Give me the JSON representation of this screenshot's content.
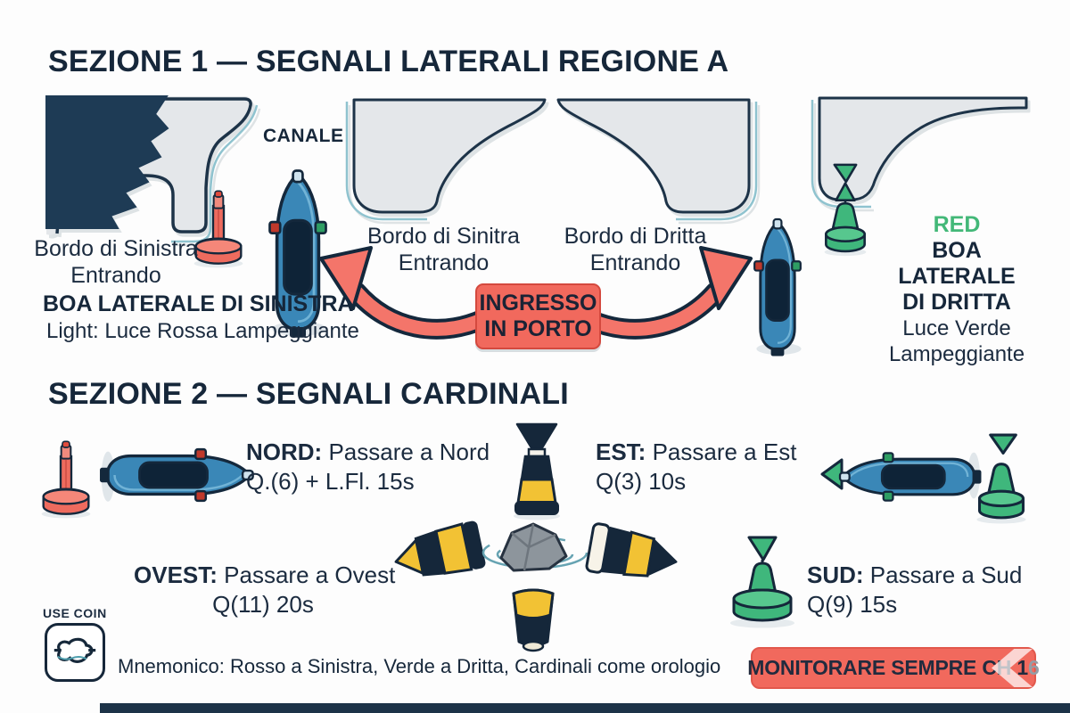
{
  "colors": {
    "navy_text": "#16273a",
    "land_fill": "#1e3b55",
    "bank_gray": "#e4e7ea",
    "salmon": "#f1695d",
    "boat_blue": "#3a87b7",
    "buoy_red": "#ee6b5e",
    "buoy_green": "#3fb77c",
    "cardinal_yellow": "#f2c234",
    "channel_teal": "#8fc3cf",
    "green_label": "#43b878"
  },
  "icons": {
    "coin": "knot-icon",
    "lateral_port": "red-can-buoy-icon",
    "lateral_starboard": "green-cone-buoy-icon",
    "vessel": "boat-top-view-icon",
    "hazard": "rock-icon",
    "cardinal": "yellow-black-buoy-icon"
  },
  "section1": {
    "title": "SEZIONE 1 — SEGNALI LATERALI REGIONE A",
    "canale": "CANALE",
    "left_approach": [
      "Bordo di Sinistra",
      "Entrando"
    ],
    "left_buoy_name": "BOA LATERALE DI SINISTRA",
    "left_light": "Light: Luce Rossa Lampeggiante",
    "mid_left": [
      "Bordo di Sinitra",
      "Entrando"
    ],
    "mid_right": [
      "Bordo di Dritta",
      "Entrando"
    ],
    "right_red": "RED",
    "right_buoy_name": [
      "BOA LATERALE",
      "DI DRITTA"
    ],
    "right_light": [
      "Luce Verde",
      "Lampeggiante"
    ],
    "badge": [
      "INGRESSO",
      "IN PORTO"
    ]
  },
  "section2": {
    "title": "SEZIONE 2 — SEGNALI CARDINALI",
    "nord": {
      "label": "NORD:",
      "text": " Passare a Nord",
      "code": "Q.(6) + L.Fl. 15s"
    },
    "est": {
      "label": "EST:",
      "text": " Passare a Est",
      "code": "Q(3) 10s"
    },
    "ovest": {
      "label": "OVEST:",
      "text": " Passare a Ovest",
      "code": "Q(11) 20s"
    },
    "sud": {
      "label": "SUD:",
      "text": " Passare a Sud",
      "code": "Q(9) 15s"
    }
  },
  "footer": {
    "coin_label": "USE COIN",
    "mnemonic": "Mnemonico: Rosso a Sinistra, Verde a Dritta, Cardinali come orologio",
    "badge_text": "MONITORARE SEMPRE CH 1",
    "badge_digit": "6"
  }
}
